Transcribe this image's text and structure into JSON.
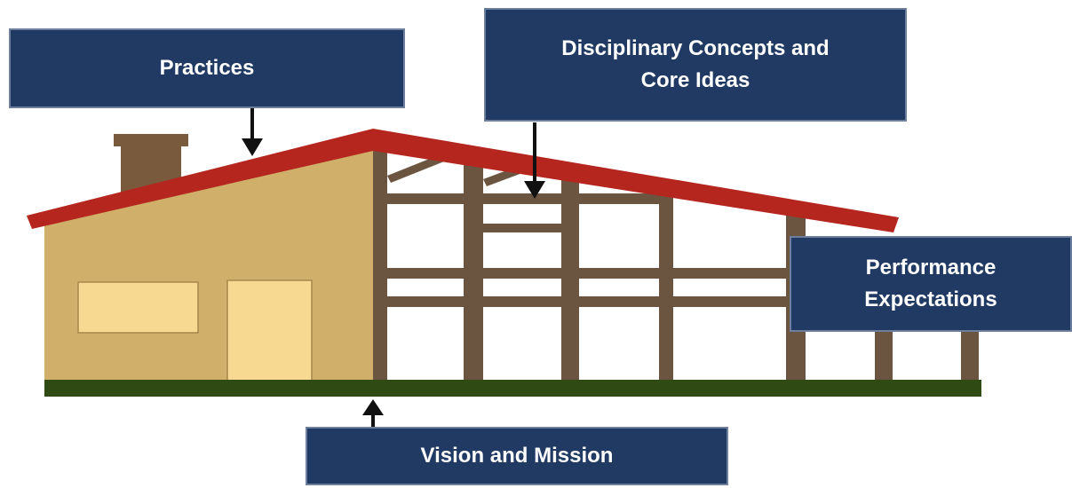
{
  "labels": {
    "practices": "Practices",
    "disciplinary_line1": "Disciplinary Concepts and",
    "disciplinary_line2": "Core Ideas",
    "performance_line1": "Performance",
    "performance_line2": "Expectations",
    "vision": "Vision and Mission"
  },
  "colors": {
    "box_fill": "#213a63",
    "roof": "#b5261e",
    "wall": "#cfaf6a",
    "window": "#f8d992",
    "frame": "#6b5540",
    "chimney": "#7a5a3c",
    "ground": "#2f4a12",
    "arrow": "#111111"
  }
}
